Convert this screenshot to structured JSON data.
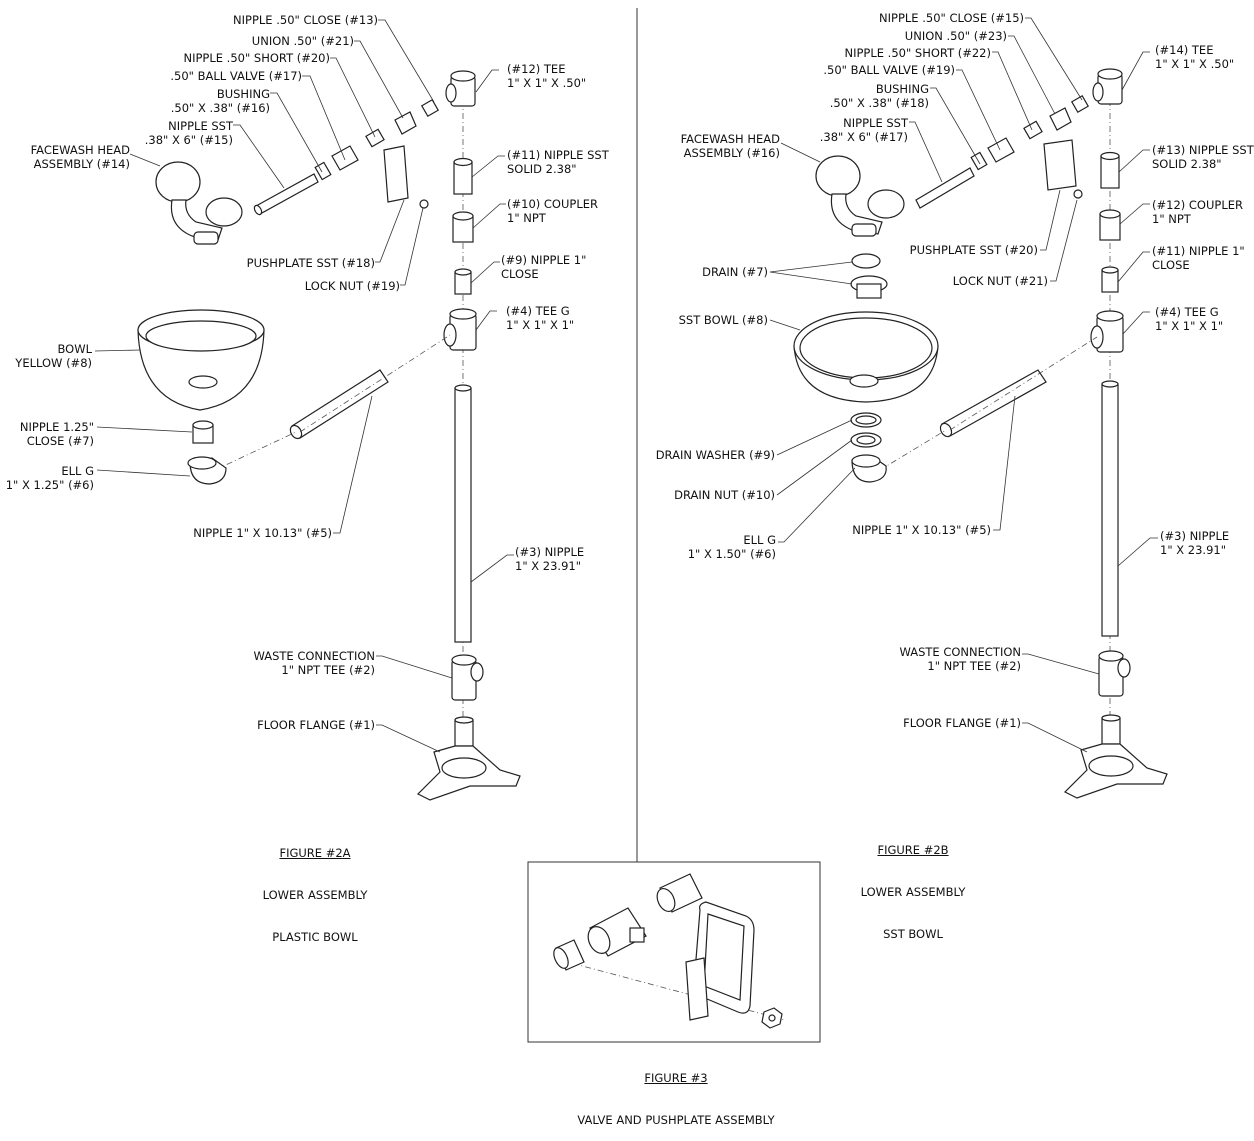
{
  "fig2a": {
    "caption_title": "FIGURE #2A",
    "caption_line1": "LOWER ASSEMBLY",
    "caption_line2": "PLASTIC BOWL",
    "labels": {
      "nipple_close_13": "NIPPLE .50\" CLOSE (#13)",
      "union_21": "UNION .50\" (#21)",
      "nipple_short_20": "NIPPLE .50\" SHORT (#20)",
      "ball_valve_17": ".50\" BALL VALVE (#17)",
      "bushing_16": "BUSHING\n.50\" X .38\" (#16)",
      "nipple_sst_15": "NIPPLE SST\n.38\" X 6\" (#15)",
      "facewash_14": "FACEWASH HEAD\nASSEMBLY (#14)",
      "tee_12": "(#12) TEE\n1\" X 1\" X .50\"",
      "nipple_11": "(#11) NIPPLE SST\nSOLID 2.38\"",
      "coupler_10": "(#10) COUPLER\n1\" NPT",
      "nipple_9": "(#9) NIPPLE 1\"\nCLOSE",
      "pushplate_18": "PUSHPLATE SST (#18)",
      "lock_nut_19": "LOCK NUT (#19)",
      "tee_g_4": "(#4) TEE G\n1\" X 1\" X 1\"",
      "bowl_8": "BOWL\nYELLOW (#8)",
      "nipple_7": "NIPPLE 1.25\"\nCLOSE (#7)",
      "ell_6": "ELL G\n1\" X 1.25\" (#6)",
      "nipple_5": "NIPPLE 1\" X 10.13\" (#5)",
      "nipple_3": "(#3) NIPPLE\n1\" X 23.91\"",
      "waste_2": "WASTE CONNECTION\n1\" NPT TEE (#2)",
      "flange_1": "FLOOR FLANGE (#1)"
    }
  },
  "fig2b": {
    "caption_title": "FIGURE #2B",
    "caption_line1": "LOWER ASSEMBLY",
    "caption_line2": "SST BOWL",
    "labels": {
      "nipple_close_15": "NIPPLE .50\" CLOSE (#15)",
      "union_23": "UNION .50\" (#23)",
      "nipple_short_22": "NIPPLE .50\" SHORT (#22)",
      "ball_valve_19": ".50\" BALL VALVE (#19)",
      "bushing_18": "BUSHING\n.50\" X .38\" (#18)",
      "nipple_sst_17": "NIPPLE SST\n.38\" X 6\" (#17)",
      "facewash_16": "FACEWASH HEAD\nASSEMBLY (#16)",
      "tee_14": "(#14) TEE\n1\" X 1\" X .50\"",
      "nipple_13": "(#13) NIPPLE SST\nSOLID 2.38\"",
      "coupler_12": "(#12) COUPLER\n1\" NPT",
      "nipple_11": "(#11) NIPPLE 1\"\nCLOSE",
      "pushplate_20": "PUSHPLATE SST (#20)",
      "lock_nut_21": "LOCK NUT (#21)",
      "drain_7": "DRAIN (#7)",
      "sst_bowl_8": "SST BOWL (#8)",
      "tee_g_4": "(#4) TEE G\n1\" X 1\" X 1\"",
      "drain_washer_9": "DRAIN WASHER (#9)",
      "drain_nut_10": "DRAIN NUT (#10)",
      "ell_6": "ELL G\n1\" X 1.50\" (#6)",
      "nipple_5": "NIPPLE 1\" X 10.13\" (#5)",
      "nipple_3": "(#3) NIPPLE\n1\" X 23.91\"",
      "waste_2": "WASTE CONNECTION\n1\" NPT TEE (#2)",
      "flange_1": "FLOOR FLANGE (#1)"
    }
  },
  "fig3": {
    "caption_title": "FIGURE #3",
    "caption_line1": "VALVE AND PUSHPLATE ASSEMBLY"
  }
}
